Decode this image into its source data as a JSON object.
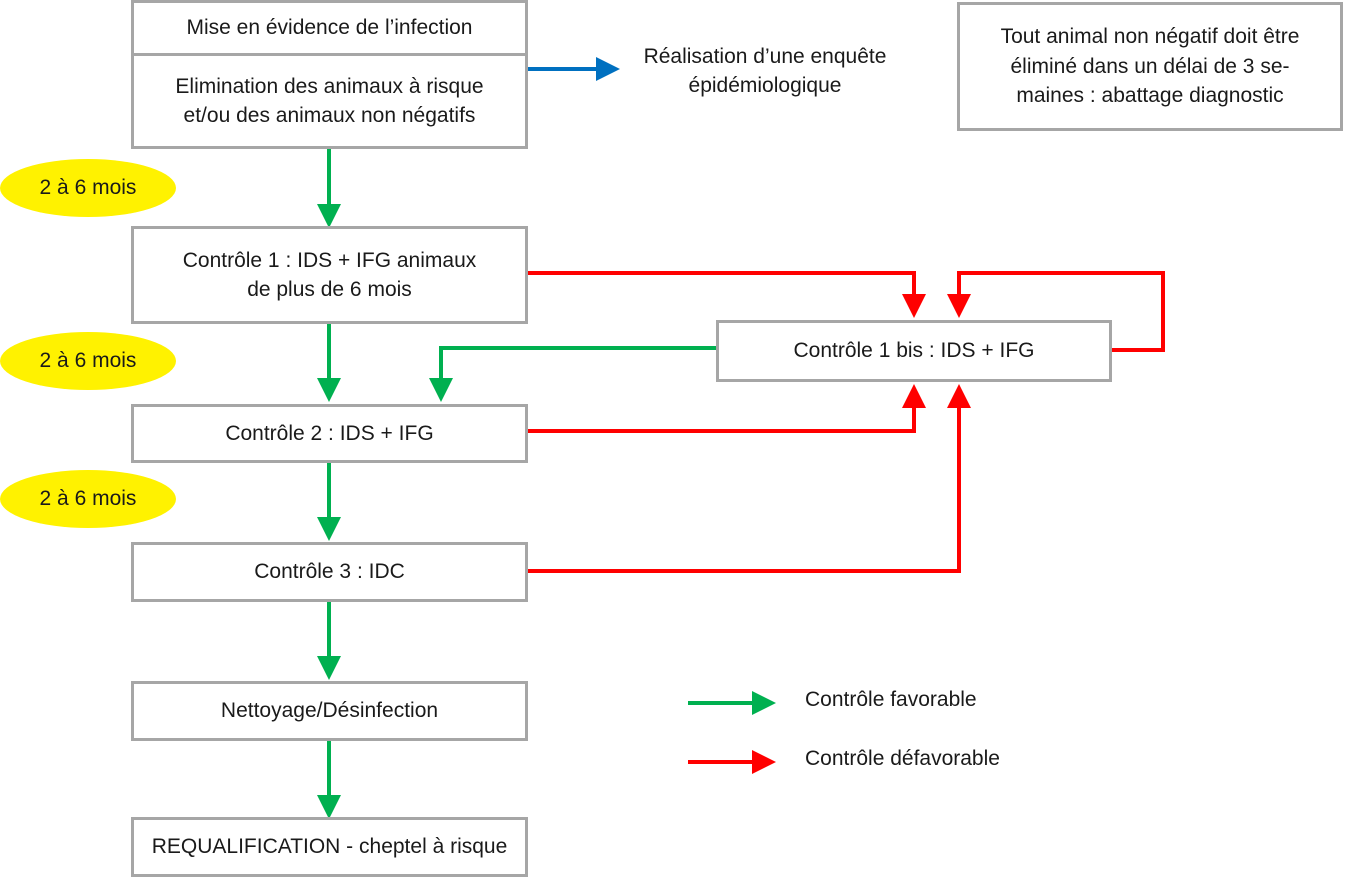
{
  "boxes": {
    "mise_en_evidence": "Mise en évidence de l’infection",
    "elimination": "Elimination des animaux à risque\net/ou des animaux non négatifs",
    "controle1": "Contrôle 1 : IDS + IFG animaux\nde plus de 6 mois",
    "controle1bis": "Contrôle 1 bis : IDS + IFG",
    "controle2": "Contrôle 2 : IDS + IFG",
    "controle3": "Contrôle 3 : IDC",
    "nettoyage": "Nettoyage/Désinfection",
    "requalification": "REQUALIFICATION - cheptel à risque",
    "note": "Tout animal non négatif doit être\néliminé dans un délai de 3 se-\nmaines : abattage diagnostic"
  },
  "enquete": "Réalisation d’une enquête\népidémiologique",
  "delays": [
    "2 à 6 mois",
    "2 à 6 mois",
    "2 à 6 mois"
  ],
  "legend": {
    "favorable": "Contrôle favorable",
    "defavorable": "Contrôle défavorable"
  },
  "colors": {
    "green": "#00b050",
    "red": "#ff0000",
    "blue": "#0070c0",
    "yellow": "#fff200",
    "border": "#a6a6a6"
  }
}
